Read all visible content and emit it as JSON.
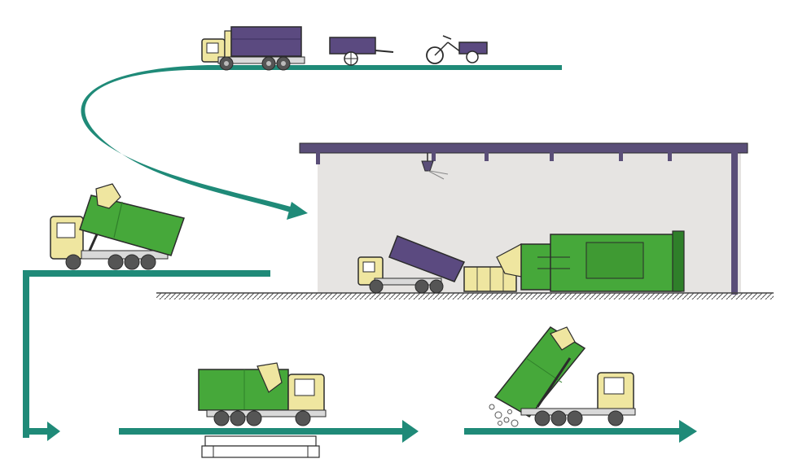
{
  "diagram": {
    "flow": [
      "collection-vehicles-on-road",
      "arrival-at-transfer-station",
      "dump-into-compactor",
      "loaded-hooklift-truck",
      "weighing-on-scale",
      "unloading-at-disposal-site"
    ],
    "colors": {
      "path_teal": "#1f8a78",
      "container_green": "#46a83a",
      "container_green_dark": "#2f7f2a",
      "dump_body_purple": "#5b4a80",
      "cab_yellow": "#efe6a0",
      "station_wall": "#e6e4e2",
      "station_roof": "#5a4e78",
      "outline": "#2b2b2b"
    },
    "icons": {
      "collection_truck": "dump-truck-icon",
      "handcart": "handcart-icon",
      "tricycle": "cargo-tricycle-icon",
      "hooklift_truck": "hooklift-truck-icon",
      "compactor": "compactor-icon",
      "scale": "weighbridge-icon",
      "ceiling_fixture": "ceiling-sprayer-icon"
    }
  }
}
